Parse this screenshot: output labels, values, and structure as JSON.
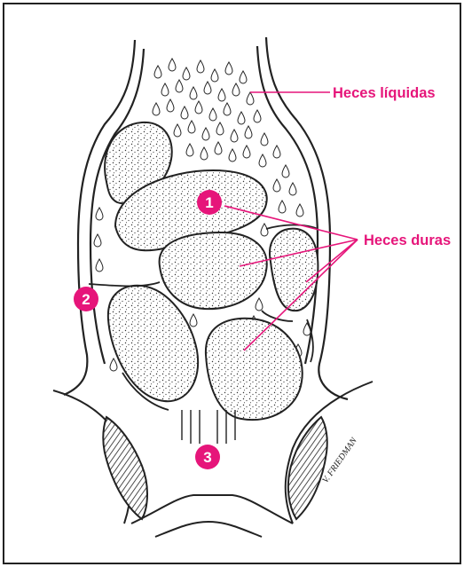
{
  "labels": {
    "liquid_stool": "Heces líquidas",
    "hard_stool": "Heces duras"
  },
  "markers": [
    "1",
    "2",
    "3"
  ],
  "signature": "V. FRIEDMAN",
  "colors": {
    "accent": "#e6157a",
    "ink": "#222222",
    "paper": "#ffffff"
  }
}
